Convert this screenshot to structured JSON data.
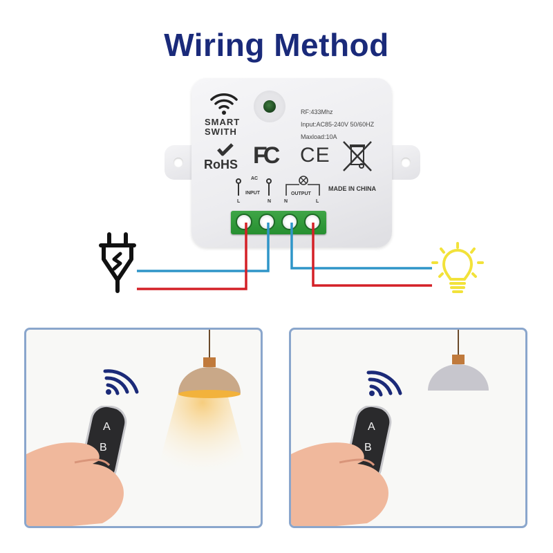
{
  "title": "Wiring Method",
  "module": {
    "brand_line1": "SMART",
    "brand_line2": "SWITH",
    "specs": [
      "RF:433Mhz",
      "Input:AC85-240V 50/60HZ",
      "Maxload:10A"
    ],
    "certifications": {
      "rohs": "RoHS",
      "fcc": "FC",
      "ce": "CE"
    },
    "made_in": "MADE IN CHINA",
    "ac_label": "AC",
    "input_label": "INPUT",
    "output_label": "OUTPUT",
    "terminals": [
      "L",
      "N",
      "N",
      "L"
    ]
  },
  "wires": {
    "live_color": "#d42027",
    "neutral_color": "#2f95c8"
  },
  "icons": {
    "power_plug": "power-plug-icon",
    "light_bulb": "light-bulb-icon",
    "wifi": "wifi-icon"
  },
  "colors": {
    "title": "#1a2a7a",
    "terminal_green": "#2f9a38",
    "bulb_yellow": "#f2e23a",
    "panel_border": "#8aa6cc",
    "signal_blue": "#1b2a78"
  },
  "panels": [
    {
      "state": "lamp-on",
      "remote_buttons": [
        "A",
        "B"
      ]
    },
    {
      "state": "lamp-off",
      "remote_buttons": [
        "A",
        "B"
      ]
    }
  ]
}
